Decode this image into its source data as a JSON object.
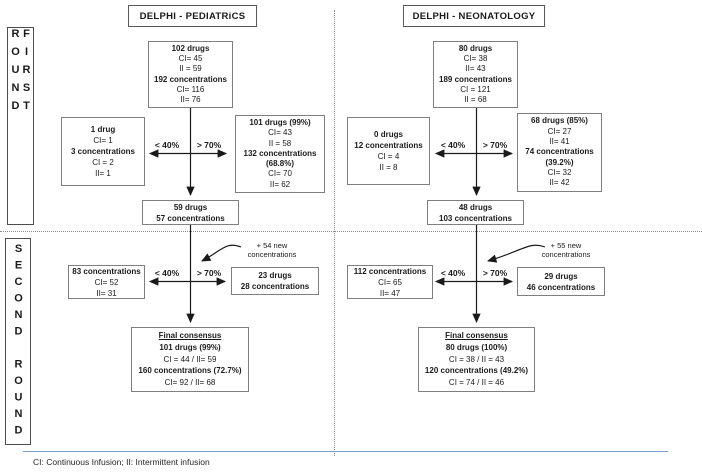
{
  "pediatrics": {
    "title": "DELPHI - PEDIATRiCS",
    "round1": {
      "initial": [
        "102 drugs",
        "CI= 45",
        "II = 59",
        "192 concentrations",
        "CI= 116",
        "II= 76"
      ],
      "excluded": [
        "1 drug",
        "CI= 1",
        "3 concentrations",
        "CI = 2",
        "II= 1"
      ],
      "accepted": [
        "101 drugs (99%)",
        "CI= 43",
        "II = 58",
        "132 concentrations",
        "(68.8%)",
        "CI= 70",
        "II= 62"
      ],
      "result": [
        "59 drugs",
        "57 concentrations"
      ]
    },
    "round2": {
      "note_line1": "+ 54 new",
      "note_line2": "concentrations",
      "revote": [
        "83 concentrations",
        "CI= 52",
        "II= 31"
      ],
      "accepted": [
        "23 drugs",
        "28 concentrations"
      ],
      "final": [
        "Final consensus",
        "101 drugs (99%)",
        "CI = 44 / II= 59",
        "160 concentrations (72.7%)",
        "CI= 92 / II= 68"
      ]
    }
  },
  "neonatology": {
    "title": "DELPHI - NEONATOLOGY",
    "round1": {
      "initial": [
        "80 drugs",
        "CI= 38",
        "II= 43",
        "189 concentrations",
        "CI = 121",
        "II = 68"
      ],
      "excluded": [
        "0 drugs",
        "12 concentrations",
        "CI = 4",
        "II = 8"
      ],
      "accepted": [
        "68 drugs (85%)",
        "CI= 27",
        "II= 41",
        "74 concentrations",
        "(39.2%)",
        "CI= 32",
        "II= 42"
      ],
      "result": [
        "48 drugs",
        "103 concentrations"
      ]
    },
    "round2": {
      "note_line1": "+ 55 new",
      "note_line2": "concentrations",
      "revote": [
        "112 concentrations",
        "CI= 65",
        "II= 47"
      ],
      "accepted": [
        "29 drugs",
        "46 concentrations"
      ],
      "final": [
        "Final consensus",
        "80 drugs (100%)",
        "CI = 38 / II = 43",
        "120 concentrations (49.2%)",
        "CI = 74 / II = 46"
      ]
    }
  },
  "rounds": {
    "first": "FIRST ROUND",
    "second": "SECOND ROUND"
  },
  "thresholds": {
    "low": "< 40%",
    "high": "> 70%"
  },
  "legend": "CI: Continuous Infusion; II: Intermittent infusion",
  "colors": {
    "footer_rule": "#7d9ec9",
    "box_border": "#7f7f7f",
    "text": "#1a1a1a"
  }
}
